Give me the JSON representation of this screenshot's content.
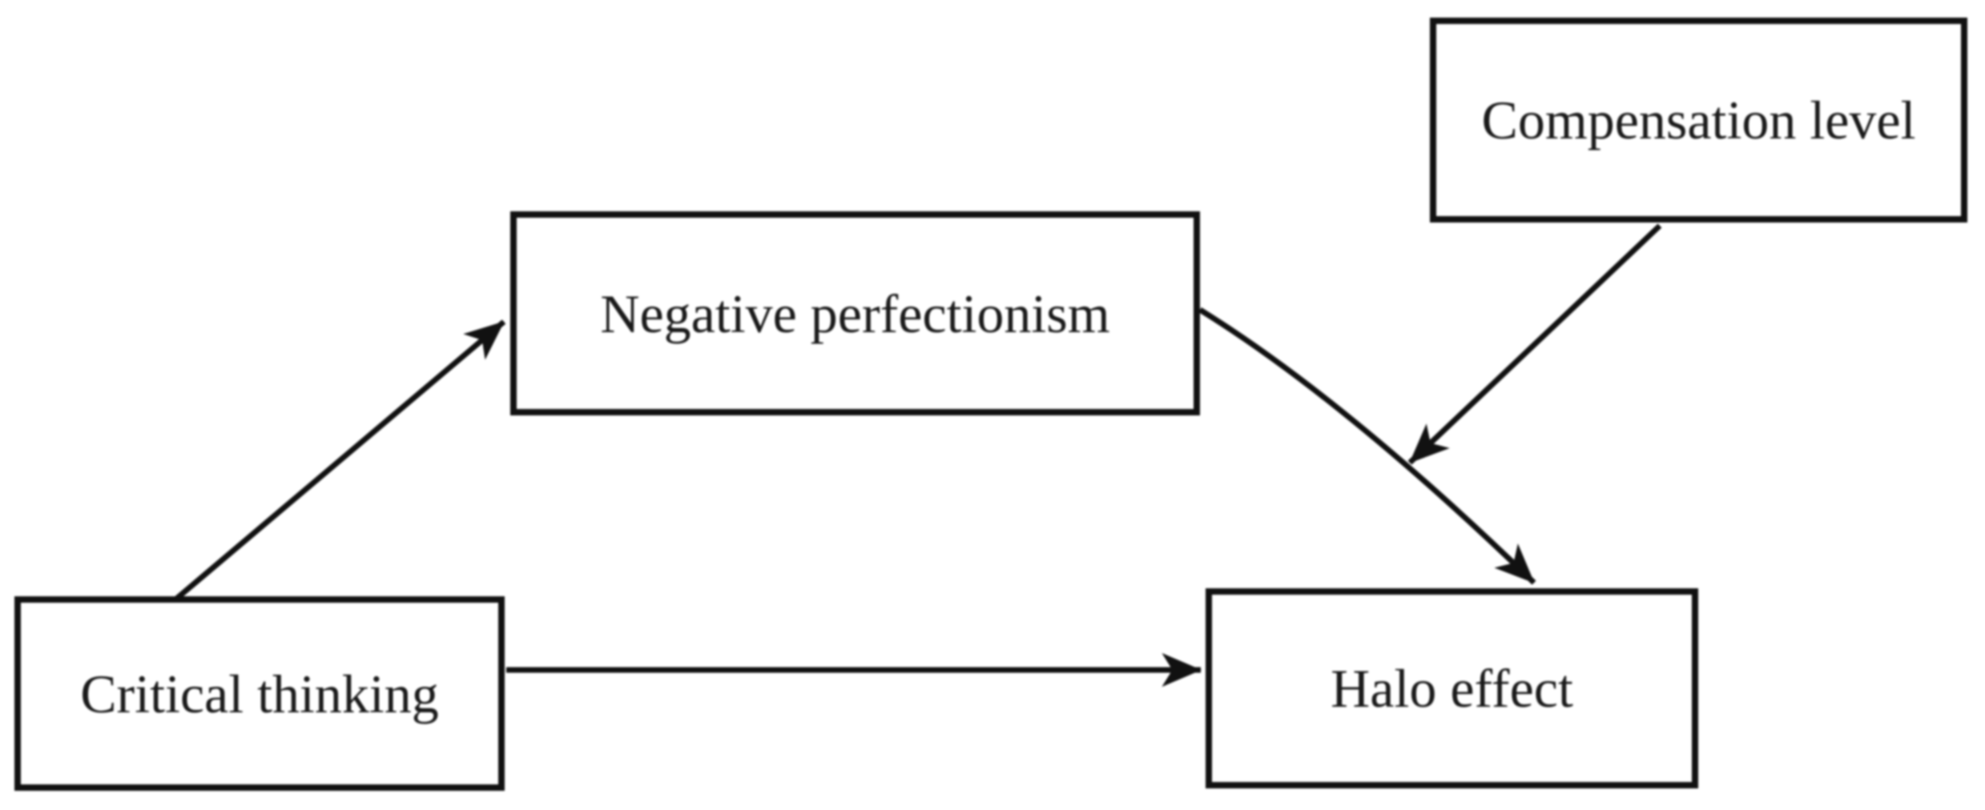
{
  "nodes": {
    "ct": {
      "label": "Critical thinking"
    },
    "np": {
      "label": "Negative perfectionism"
    },
    "cl": {
      "label": "Compensation level"
    },
    "halo": {
      "label": "Halo effect"
    }
  },
  "edges": [
    {
      "from": "Critical thinking",
      "to": "Negative perfectionism",
      "type": "arrow"
    },
    {
      "from": "Critical thinking",
      "to": "Halo effect",
      "type": "arrow"
    },
    {
      "from": "Negative perfectionism",
      "to": "Halo effect",
      "type": "arrow"
    },
    {
      "from": "Compensation level",
      "to": "path Negative perfectionism to Halo effect",
      "type": "moderation-arrow"
    }
  ],
  "colors": {
    "background": "#ffffff",
    "stroke": "#111111",
    "text": "#1a1a1a"
  }
}
